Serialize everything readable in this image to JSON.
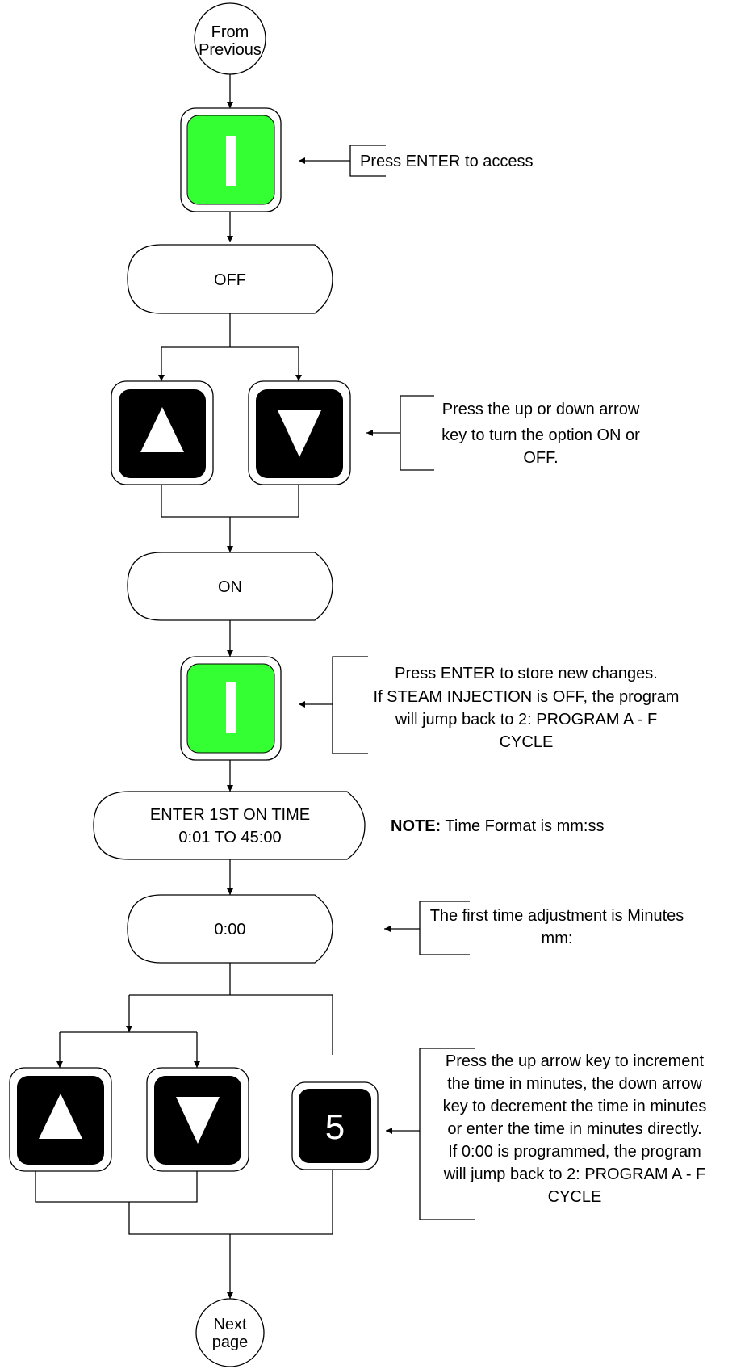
{
  "colors": {
    "enter_key": "#33ff33",
    "key_black": "#000000",
    "line": "#000000",
    "background": "#ffffff"
  },
  "icons": {
    "enter": "enter-key-icon",
    "up": "up-arrow-key-icon",
    "down": "down-arrow-key-icon",
    "digit": "digit-key-icon"
  },
  "connectors": {
    "start": [
      "From",
      "Previous"
    ],
    "end": [
      "Next",
      "page"
    ]
  },
  "displays": {
    "off": "OFF",
    "on": "ON",
    "enter_time": [
      "ENTER 1ST ON TIME",
      "0:01 TO 45:00"
    ],
    "time_value": "0:00"
  },
  "keys": {
    "digit_label": "5"
  },
  "notes": {
    "access": [
      "Press ENTER to access"
    ],
    "toggle": [
      "Press the up or down arrow",
      "key to turn the option ON or",
      "OFF."
    ],
    "store": [
      "Press ENTER to store new changes.",
      "If STEAM INJECTION is OFF, the program",
      "will jump back to 2: PROGRAM A - F",
      "CYCLE"
    ],
    "time_format_bold": "NOTE:",
    "time_format_text": " Time Format is mm:ss",
    "minutes": [
      "The first time adjustment is Minutes",
      "mm:"
    ],
    "increment": [
      "Press the up arrow key to increment",
      "the time in minutes, the down arrow",
      "key to decrement the time in minutes",
      "or enter the time in minutes directly.",
      "If 0:00 is programmed, the program",
      "will jump back to 2: PROGRAM A - F",
      "CYCLE"
    ]
  }
}
